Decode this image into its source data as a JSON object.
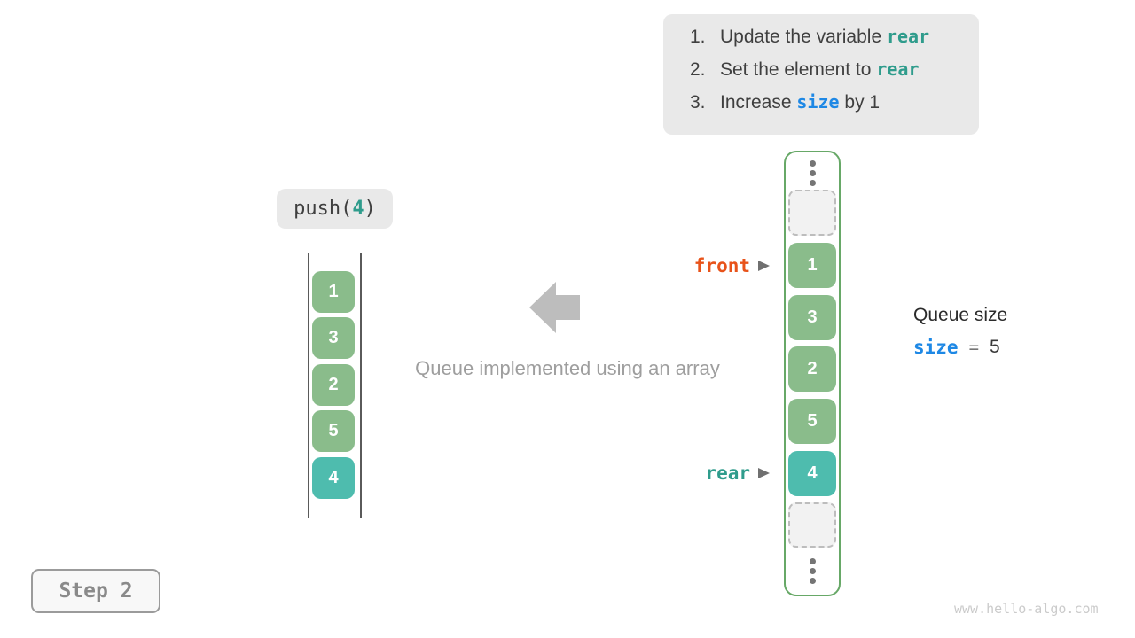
{
  "colors": {
    "teal_text": "#2f9c8c",
    "teal_cell": "#4ebcae",
    "green_cell": "#8abc8b",
    "green_border": "#67a867",
    "orange_front": "#e8531a",
    "blue_size": "#1e88e5",
    "gray_caption": "#9e9e9e",
    "box_bg": "#e9e9e9"
  },
  "steps_box": {
    "items": [
      {
        "num": "1.",
        "pre": "Update the variable ",
        "code": "rear",
        "post": ""
      },
      {
        "num": "2.",
        "pre": "Set the element to ",
        "code": "rear",
        "post": ""
      },
      {
        "num": "3.",
        "pre": "Increase ",
        "code": "size",
        "post": " by 1"
      }
    ]
  },
  "operation": {
    "fn": "push(",
    "arg": "4",
    "close": ")"
  },
  "abstract_queue": {
    "values": [
      "1",
      "3",
      "2",
      "5",
      "4"
    ],
    "highlight_index": 4
  },
  "caption": "Queue implemented using an array",
  "array_queue": {
    "cells": [
      {
        "type": "ellipsis"
      },
      {
        "type": "empty"
      },
      {
        "type": "value",
        "value": "1"
      },
      {
        "type": "value",
        "value": "3"
      },
      {
        "type": "value",
        "value": "2"
      },
      {
        "type": "value",
        "value": "5"
      },
      {
        "type": "value",
        "value": "4",
        "highlight": true
      },
      {
        "type": "empty"
      },
      {
        "type": "ellipsis"
      }
    ]
  },
  "pointers": {
    "front": "front",
    "rear": "rear"
  },
  "size_panel": {
    "title": "Queue size",
    "variable": "size",
    "equals": "=",
    "value": "5"
  },
  "step_badge": "Step 2",
  "watermark": "www.hello-algo.com"
}
